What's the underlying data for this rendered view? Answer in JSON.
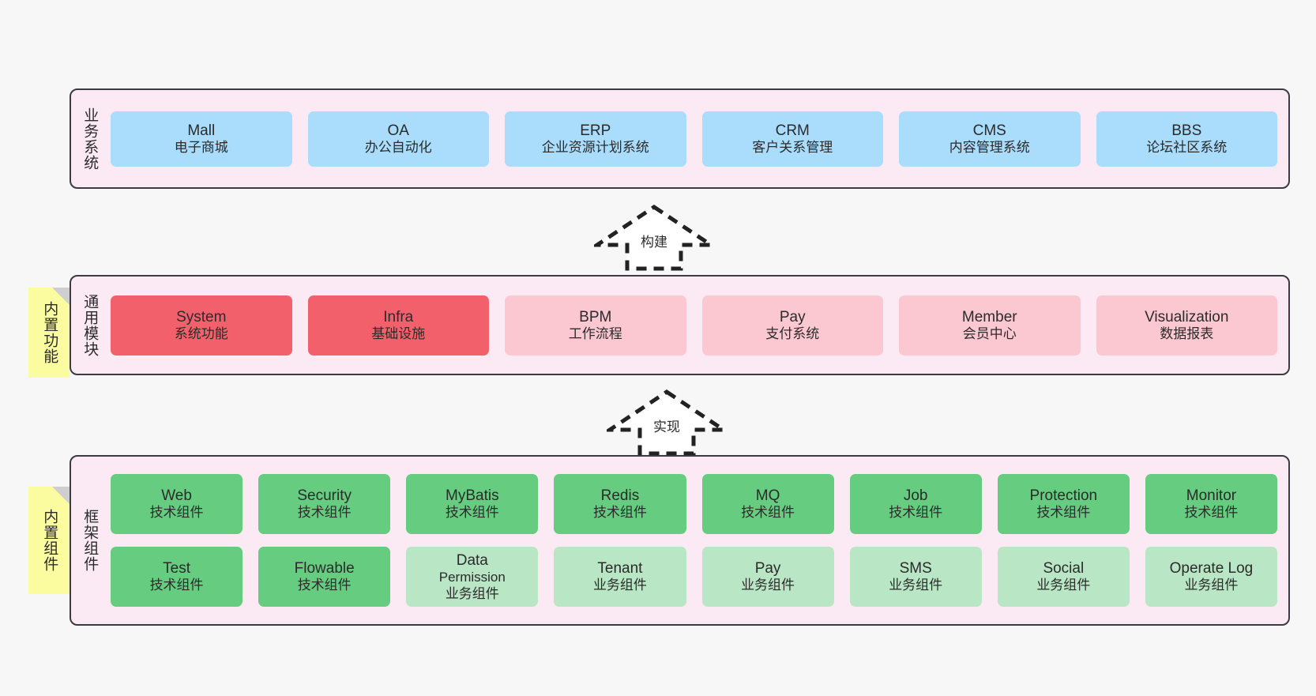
{
  "diagram": {
    "background": "#f7f7f7",
    "layer_border": "#3b3b42",
    "layer_fill": "#fbeaf4",
    "note_fill": "#fbfba0"
  },
  "notes": [
    {
      "name": "builtin-functions",
      "text": "内置功能"
    },
    {
      "name": "builtin-components",
      "text": "内置组件"
    }
  ],
  "arrows": [
    {
      "name": "build-arrow",
      "label": "构建"
    },
    {
      "name": "implement-arrow",
      "label": "实现"
    }
  ],
  "layers": [
    {
      "id": "business",
      "title": "业务系统",
      "color": "#aadcfb",
      "rows": [
        [
          {
            "t1": "Mall",
            "t2": "电子商城",
            "color": "c-blue"
          },
          {
            "t1": "OA",
            "t2": "办公自动化",
            "color": "c-blue"
          },
          {
            "t1": "ERP",
            "t2": "企业资源计划系统",
            "color": "c-blue"
          },
          {
            "t1": "CRM",
            "t2": "客户关系管理",
            "color": "c-blue"
          },
          {
            "t1": "CMS",
            "t2": "内容管理系统",
            "color": "c-blue"
          },
          {
            "t1": "BBS",
            "t2": "论坛社区系统",
            "color": "c-blue"
          }
        ]
      ]
    },
    {
      "id": "modules",
      "title": "通用模块",
      "color": "#f2616b",
      "rows": [
        [
          {
            "t1": "System",
            "t2": "系统功能",
            "color": "c-red"
          },
          {
            "t1": "Infra",
            "t2": "基础设施",
            "color": "c-red"
          },
          {
            "t1": "BPM",
            "t2": "工作流程",
            "color": "c-pink"
          },
          {
            "t1": "Pay",
            "t2": "支付系统",
            "color": "c-pink"
          },
          {
            "t1": "Member",
            "t2": "会员中心",
            "color": "c-pink"
          },
          {
            "t1": "Visualization",
            "t2": "数据报表",
            "color": "c-pink"
          }
        ]
      ]
    },
    {
      "id": "framework",
      "title": "框架组件",
      "color": "#66cc80",
      "rows": [
        [
          {
            "t1": "Web",
            "t2": "技术组件",
            "color": "c-green"
          },
          {
            "t1": "Security",
            "t2": "技术组件",
            "color": "c-green"
          },
          {
            "t1": "MyBatis",
            "t2": "技术组件",
            "color": "c-green"
          },
          {
            "t1": "Redis",
            "t2": "技术组件",
            "color": "c-green"
          },
          {
            "t1": "MQ",
            "t2": "技术组件",
            "color": "c-green"
          },
          {
            "t1": "Job",
            "t2": "技术组件",
            "color": "c-green"
          },
          {
            "t1": "Protection",
            "t2": "技术组件",
            "color": "c-green"
          },
          {
            "t1": "Monitor",
            "t2": "技术组件",
            "color": "c-green"
          }
        ],
        [
          {
            "t1": "Test",
            "t2": "技术组件",
            "color": "c-green"
          },
          {
            "t1": "Flowable",
            "t2": "技术组件",
            "color": "c-green"
          },
          {
            "t1": "Data",
            "t2": "Permission",
            "t3": "业务组件",
            "color": "c-lightgreen"
          },
          {
            "t1": "Tenant",
            "t2": "业务组件",
            "color": "c-lightgreen"
          },
          {
            "t1": "Pay",
            "t2": "业务组件",
            "color": "c-lightgreen"
          },
          {
            "t1": "SMS",
            "t2": "业务组件",
            "color": "c-lightgreen"
          },
          {
            "t1": "Social",
            "t2": "业务组件",
            "color": "c-lightgreen"
          },
          {
            "t1": "Operate Log",
            "t2": "业务组件",
            "color": "c-lightgreen"
          }
        ]
      ]
    }
  ]
}
